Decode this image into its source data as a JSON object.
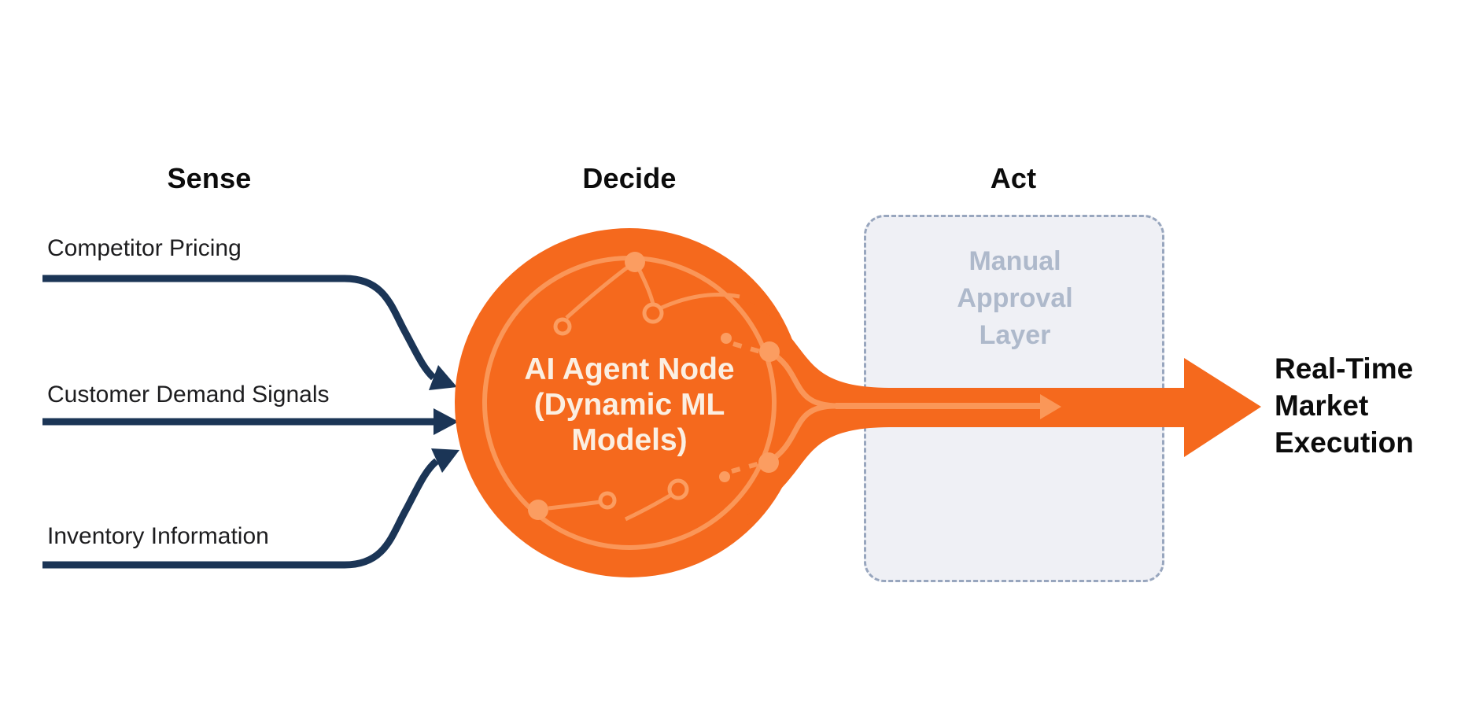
{
  "headings": {
    "sense": "Sense",
    "decide": "Decide",
    "act": "Act"
  },
  "inputs": [
    {
      "label": "Competitor Pricing"
    },
    {
      "label": "Customer Demand Signals"
    },
    {
      "label": "Inventory Information"
    }
  ],
  "agent_node": {
    "label": "AI Agent Node\n(Dynamic ML\nModels)"
  },
  "approval": {
    "label": "Manual\nApproval\nLayer"
  },
  "output": {
    "label": "Real-Time\nMarket\nExecution"
  },
  "icons": {
    "input_arrows": "right-arrow",
    "flow_arrow": "right-arrow",
    "inner_flow_arrow": "right-arrow",
    "node_decoration": "circuit-nodes"
  },
  "colors": {
    "background": "#FFFFFF",
    "orange": "#F5691D",
    "orange_light": "#FB9D61",
    "navy": "#1B3556",
    "approval_fill": "#EFF0F5",
    "approval_border": "#98A6BE",
    "approval_text": "#AEB9CB",
    "node_text": "#FBEFE2",
    "heading_text": "#0C0C0C",
    "label_text": "#1D1D1F"
  }
}
